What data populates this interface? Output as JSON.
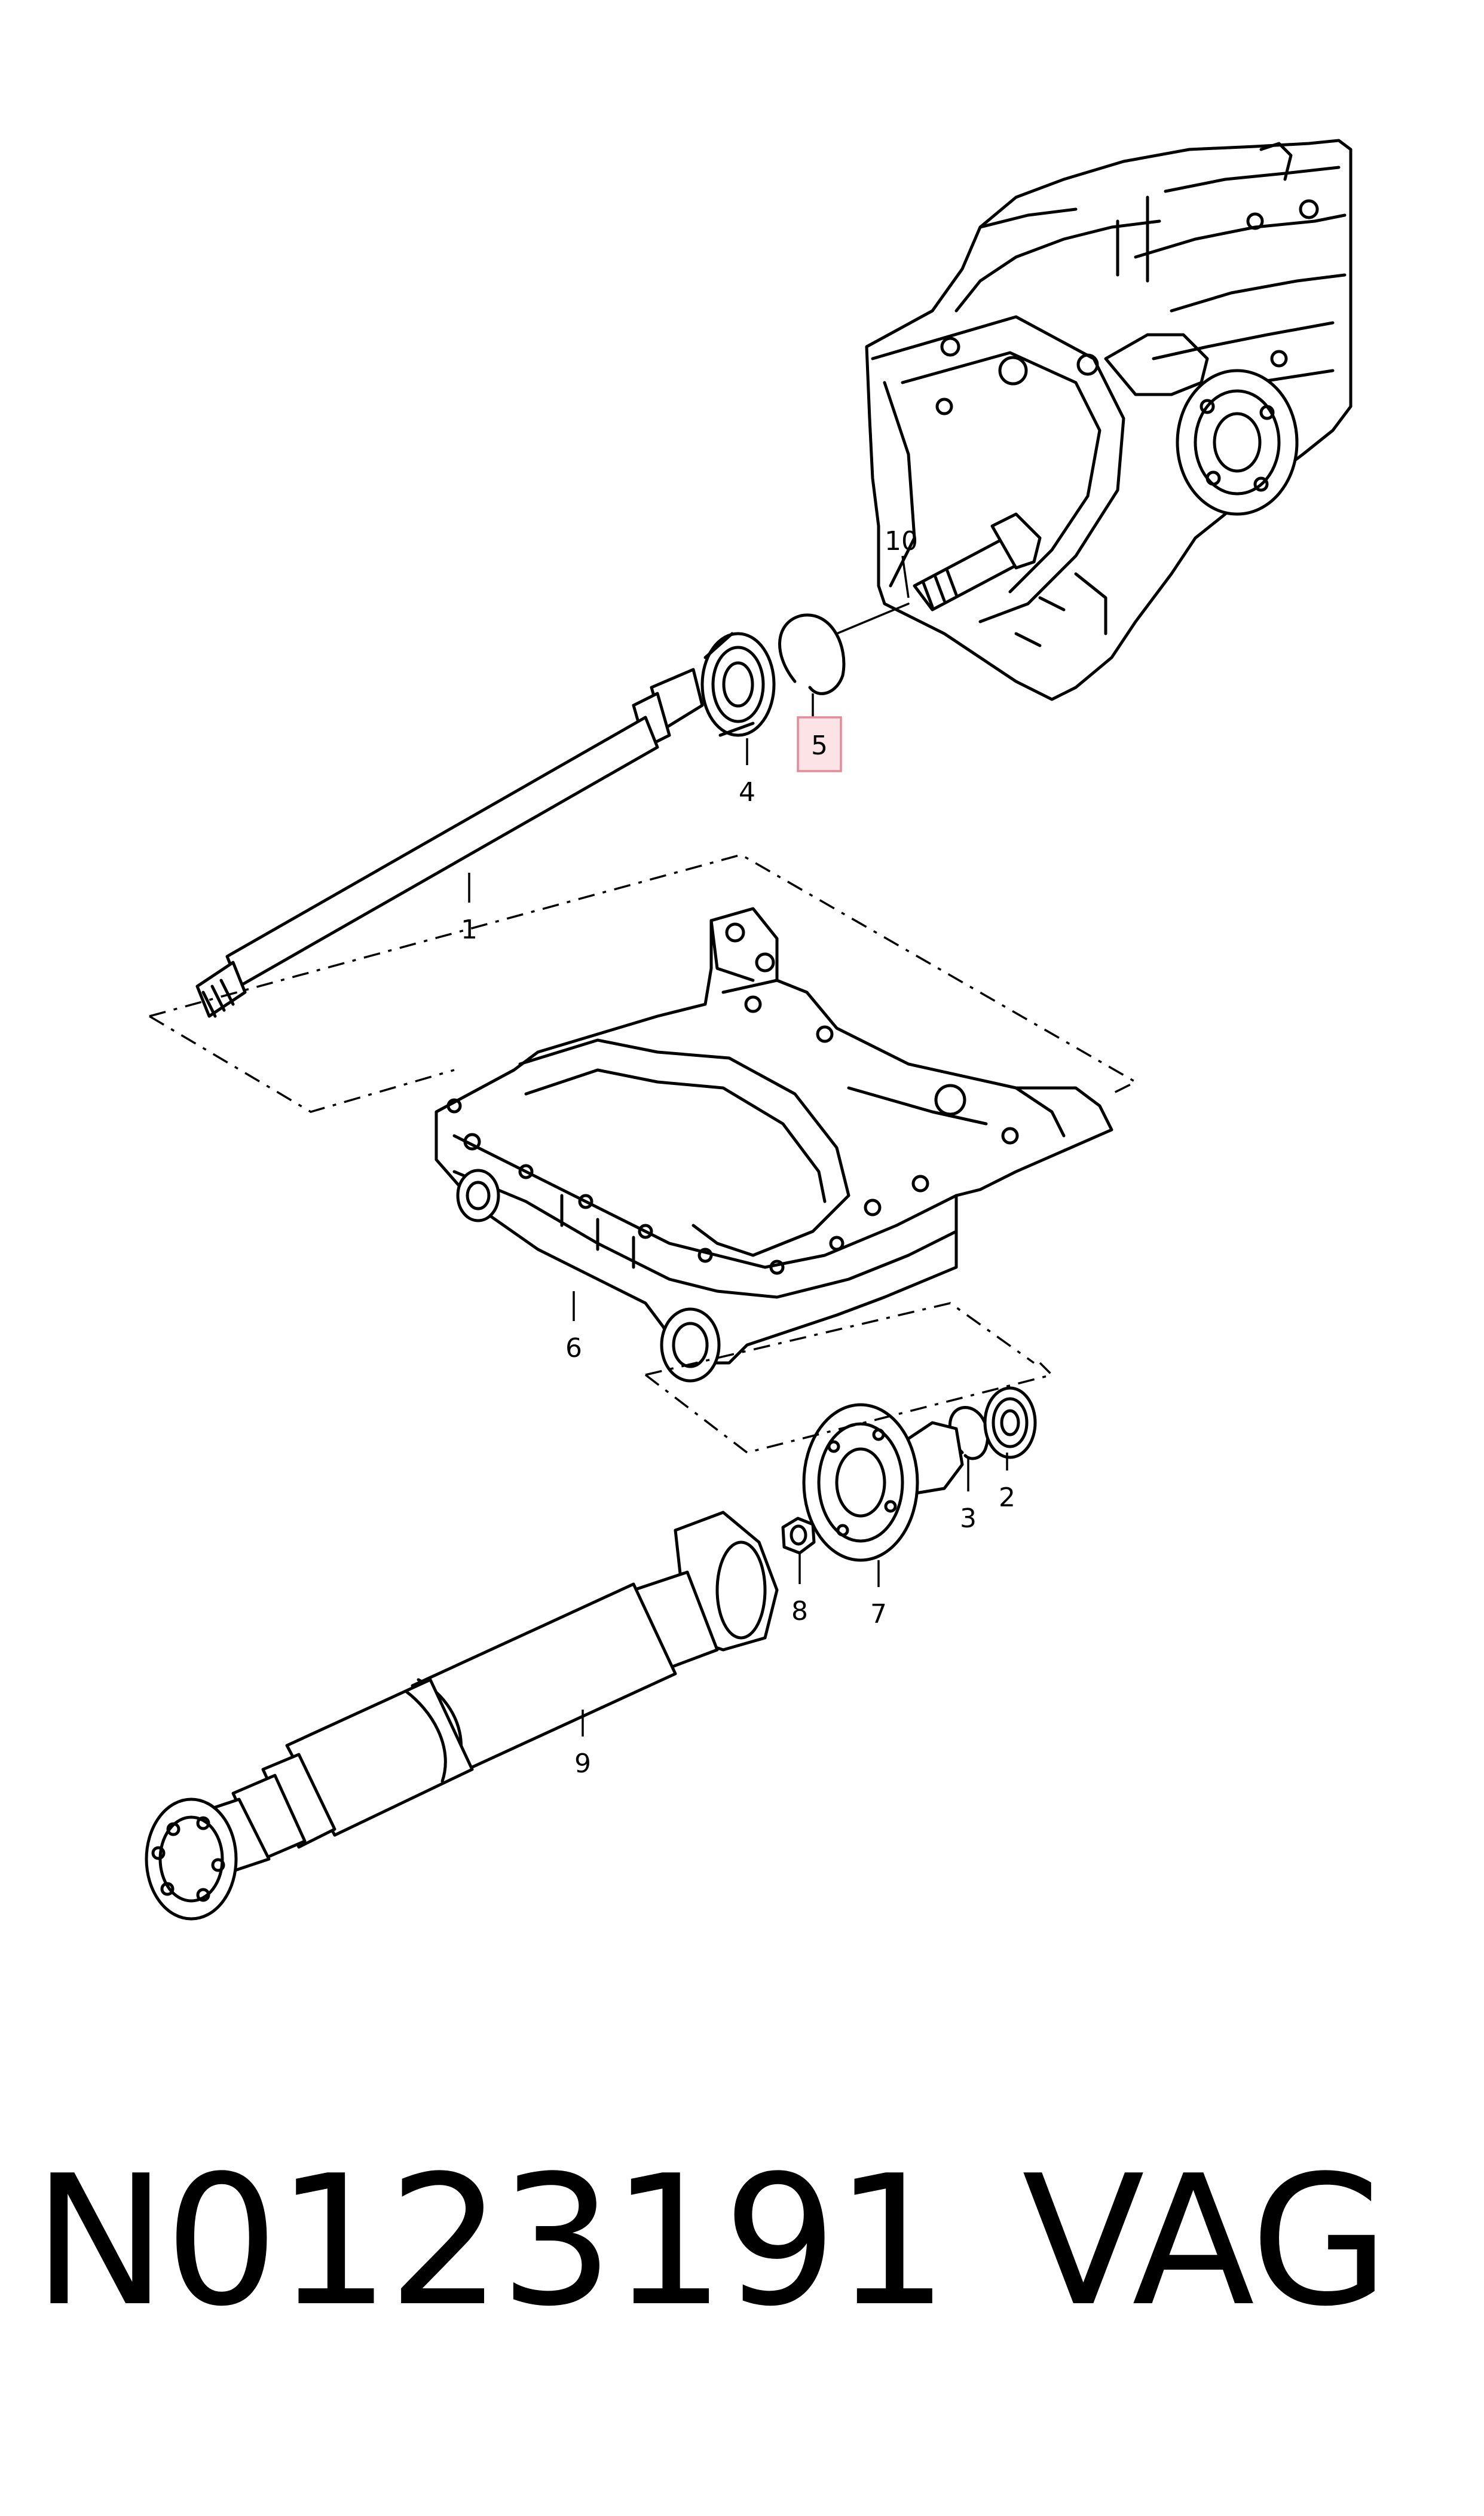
{
  "callouts": [
    "1",
    "2",
    "3",
    "4",
    "5",
    "6",
    "7",
    "8",
    "9",
    "10"
  ],
  "highlighted_callout": "5",
  "colors": {
    "highlight_fill": "#fbe3e6",
    "highlight_stroke": "#e58a96",
    "line": "#000000"
  },
  "footer": {
    "part_number": "N0123191",
    "brand": "VAG"
  }
}
